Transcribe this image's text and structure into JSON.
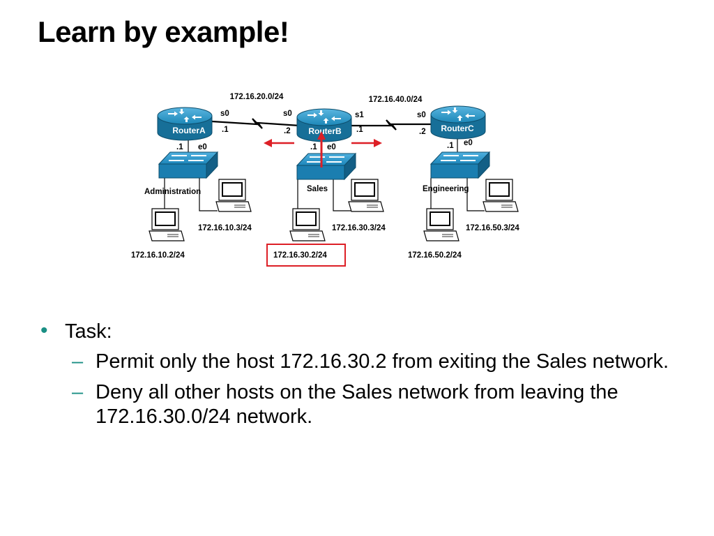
{
  "slide": {
    "title": "Learn by example!"
  },
  "diagram": {
    "wan_links": [
      {
        "network": "172.16.20.0/24",
        "left_if": "s0",
        "left_ip": ".1",
        "right_if": "s0",
        "right_ip": ".2"
      },
      {
        "network": "172.16.40.0/24",
        "left_if": "s1",
        "left_ip": ".1",
        "right_if": "s0",
        "right_ip": ".2"
      }
    ],
    "routers": [
      {
        "name": "RouterA",
        "lan_ip": ".1",
        "lan_if": "e0"
      },
      {
        "name": "RouterB",
        "lan_ip": ".1",
        "lan_if": "e0"
      },
      {
        "name": "RouterC",
        "lan_ip": ".1",
        "lan_if": "e0"
      }
    ],
    "lans": [
      {
        "name": "Administration",
        "host_left": "172.16.10.2/24",
        "host_right": "172.16.10.3/24"
      },
      {
        "name": "Sales",
        "host_left": "172.16.30.2/24",
        "host_right": "172.16.30.3/24"
      },
      {
        "name": "Engineering",
        "host_left": "172.16.50.2/24",
        "host_right": "172.16.50.3/24"
      }
    ],
    "colors": {
      "router": "#1c87b8",
      "switch": "#1c87b8",
      "highlight": "#dd1f26"
    }
  },
  "tasks": {
    "heading": "Task:",
    "bullet_glyph": "•",
    "dash_glyph": "–",
    "items": [
      "Permit only the host 172.16.30.2 from exiting the Sales network.",
      "Deny all other hosts on the Sales network from leaving the 172.16.30.0/24 network."
    ]
  }
}
